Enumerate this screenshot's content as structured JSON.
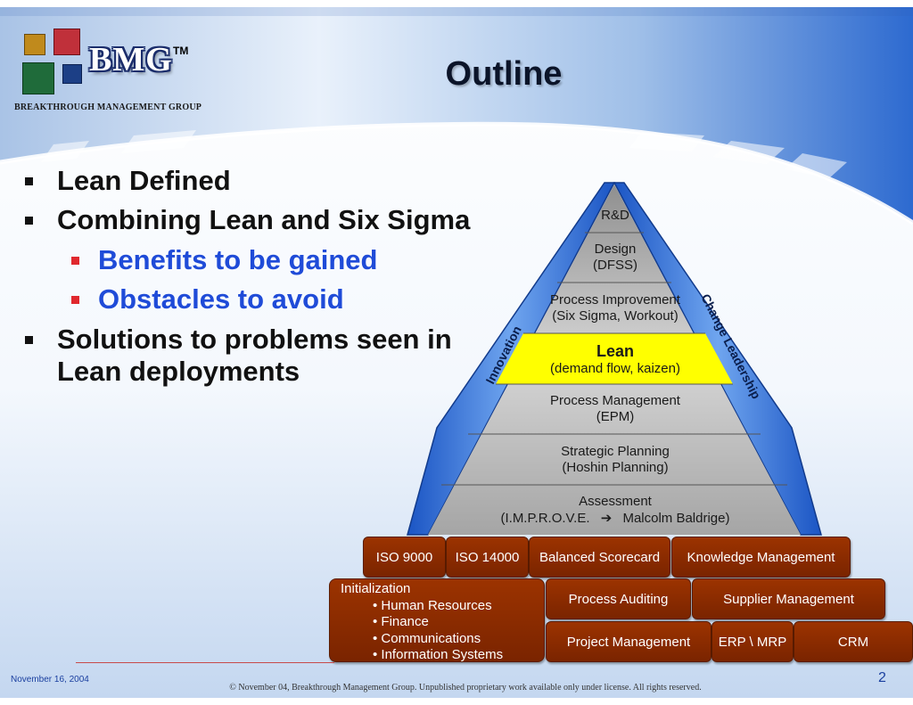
{
  "brand": {
    "logo_text": "BMG",
    "trademark": "TM",
    "company_name": "BREAKTHROUGH MANAGEMENT GROUP"
  },
  "slide": {
    "title": "Outline",
    "bullets": [
      {
        "level": 1,
        "text": "Lean Defined"
      },
      {
        "level": 1,
        "text": "Combining Lean and Six Sigma"
      },
      {
        "level": 2,
        "text": "Benefits to be gained"
      },
      {
        "level": 2,
        "text": "Obstacles to avoid"
      },
      {
        "level": 1,
        "text": "Solutions to problems seen in"
      },
      {
        "level": 1,
        "text": "Lean deployments"
      }
    ]
  },
  "pyramid": {
    "left_side_label": "Innovation",
    "right_side_label": "Change Leadership",
    "tiers": [
      {
        "line1": "R&D",
        "line2": ""
      },
      {
        "line1": "Design",
        "line2": "(DFSS)"
      },
      {
        "line1": "Process Improvement",
        "line2": "(Six Sigma, Workout)"
      },
      {
        "line1": "Lean",
        "line2": "(demand flow, kaizen)"
      },
      {
        "line1": "Process Management",
        "line2": "(EPM)"
      },
      {
        "line1": "Strategic Planning",
        "line2": "(Hoshin Planning)"
      },
      {
        "line1": "Assessment",
        "line2": "(I.M.P.R.O.V.E.",
        "arrow": "➔",
        "line2b": "Malcolm Baldrige)"
      }
    ],
    "highlight_color": "#ffff00",
    "tier_color": "#bdbdbd",
    "border_color": "#2a6fd6"
  },
  "foundation": {
    "row1": [
      "ISO 9000",
      "ISO 14000",
      "Balanced Scorecard",
      "Knowledge Management"
    ],
    "initialization": {
      "title": "Initialization",
      "items": [
        "Human Resources",
        "Finance",
        "Communications",
        "Information Systems"
      ]
    },
    "row2": [
      "Process Auditing",
      "Supplier Management"
    ],
    "row3": [
      "Project Management",
      "ERP \\ MRP",
      "CRM"
    ],
    "brick_color": "#8c2d00"
  },
  "footer": {
    "date": "November 16, 2004",
    "copyright": "© November 04, Breakthrough Management Group.  Unpublished proprietary work available only under license. All rights reserved.",
    "page_number": "2"
  }
}
